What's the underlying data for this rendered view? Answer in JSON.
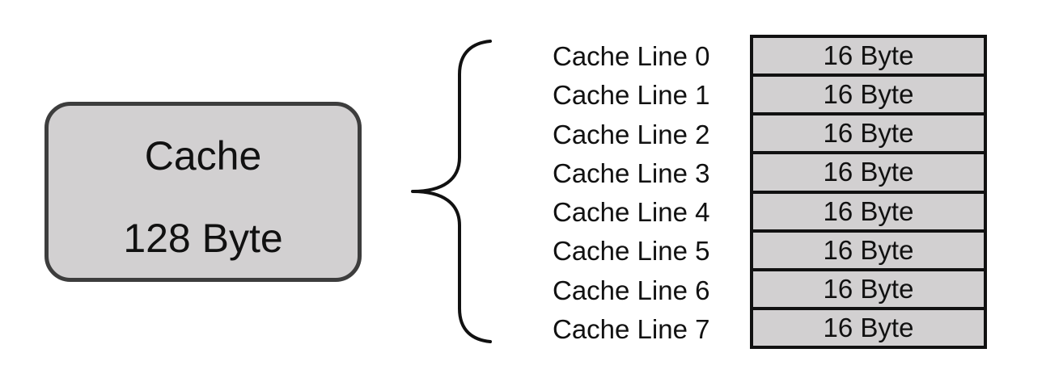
{
  "cache": {
    "title": "Cache",
    "size": "128 Byte"
  },
  "cache_lines": [
    {
      "label": "Cache Line 0",
      "size": "16 Byte"
    },
    {
      "label": "Cache Line 1",
      "size": "16 Byte"
    },
    {
      "label": "Cache Line 2",
      "size": "16 Byte"
    },
    {
      "label": "Cache Line 3",
      "size": "16 Byte"
    },
    {
      "label": "Cache Line 4",
      "size": "16 Byte"
    },
    {
      "label": "Cache Line 5",
      "size": "16 Byte"
    },
    {
      "label": "Cache Line 6",
      "size": "16 Byte"
    },
    {
      "label": "Cache Line 7",
      "size": "16 Byte"
    }
  ],
  "colors": {
    "box_fill": "#d2d0d1",
    "box_border": "#3d3d3d",
    "cell_fill": "#d2d0d1",
    "cell_border": "#111111"
  }
}
